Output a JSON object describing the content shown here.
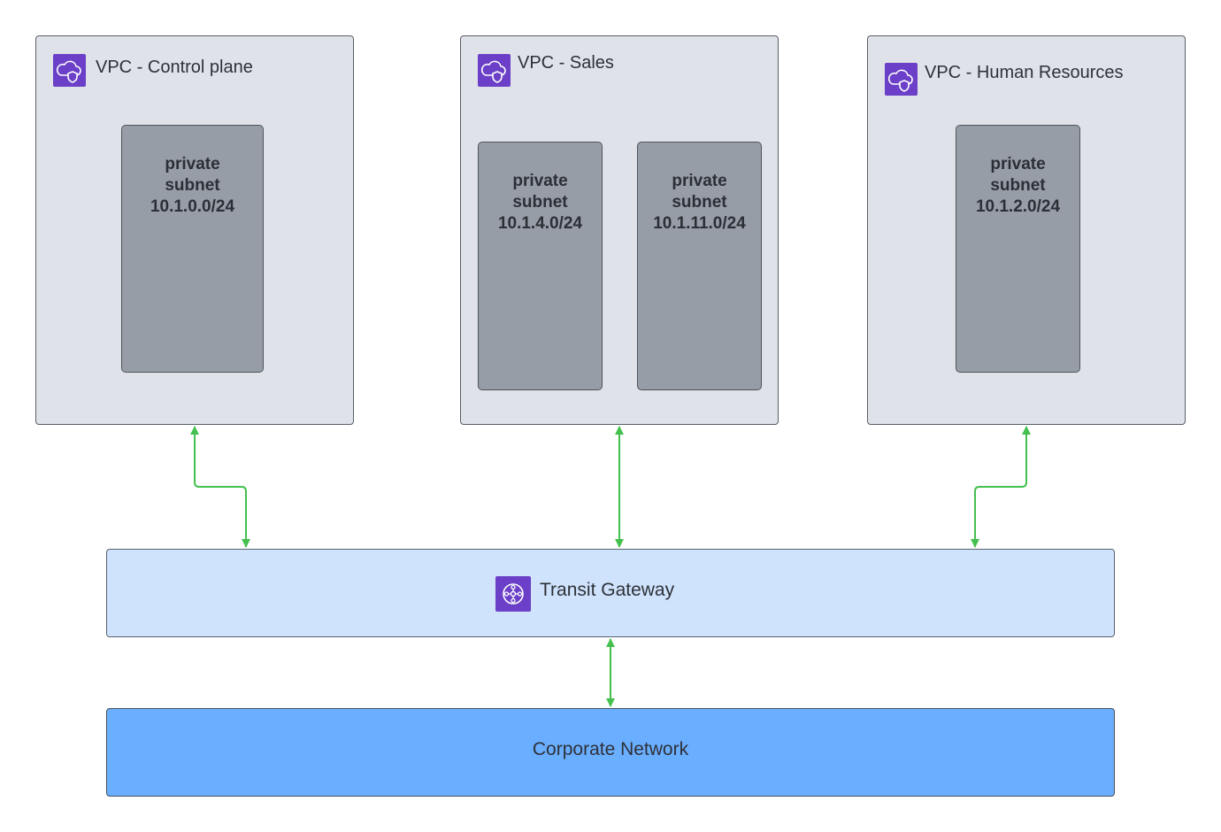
{
  "vpcs": [
    {
      "title": "VPC - Control plane",
      "icon": "vpc-cloud-shield-icon",
      "subnets": [
        {
          "line1": "private",
          "line2": "subnet",
          "cidr": "10.1.0.0/24"
        }
      ]
    },
    {
      "title": "VPC - Sales",
      "icon": "vpc-cloud-shield-icon",
      "subnets": [
        {
          "line1": "private",
          "line2": "subnet",
          "cidr": "10.1.4.0/24"
        },
        {
          "line1": "private",
          "line2": "subnet",
          "cidr": "10.1.11.0/24"
        }
      ]
    },
    {
      "title": "VPC - Human Resources",
      "icon": "vpc-cloud-shield-icon",
      "subnets": [
        {
          "line1": "private",
          "line2": "subnet",
          "cidr": "10.1.2.0/24"
        }
      ]
    }
  ],
  "transit_gateway": {
    "label": "Transit Gateway",
    "icon": "transit-gateway-icon"
  },
  "corporate_network": {
    "label": "Corporate Network"
  },
  "colors": {
    "vpc_fill": "#dfe2e8",
    "subnet_fill": "#979da6",
    "icon_purple": "#6b3fc7",
    "gateway_fill": "#cfe3fc",
    "corporate_fill": "#6aaeff",
    "connector_green": "#44c04f"
  }
}
